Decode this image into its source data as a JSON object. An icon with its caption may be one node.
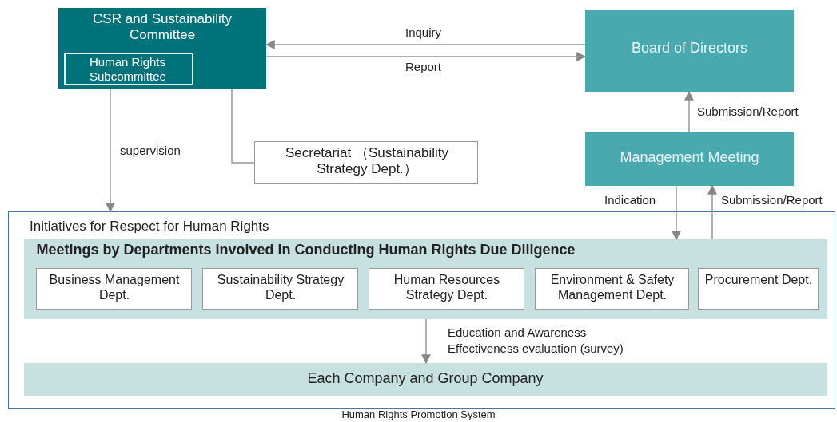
{
  "diagram": {
    "caption": "Human Rights Promotion System",
    "nodes": [
      {
        "text": [
          "CSR and Sustainability Committee"
        ]
      },
      {
        "text": [
          "Human Rights Subcommittee"
        ],
        "in": 0
      },
      {
        "text": [
          "Board of Directors"
        ]
      },
      {
        "text": [
          "Management Meeting"
        ]
      },
      {
        "text": [
          "Secretariat （Sustainability Strategy Dept.）"
        ]
      },
      {
        "text": [
          "Initiatives for Respect for Human Rights"
        ]
      },
      {
        "text": [
          "Meetings by Departments Involved in Conducting Human Rights Due Diligence"
        ],
        "in": 5
      },
      {
        "text": [
          "Business Management Dept."
        ],
        "in": 6
      },
      {
        "text": [
          "Sustainability Strategy Dept."
        ],
        "in": 6
      },
      {
        "text": [
          "Human Resources Strategy Dept."
        ],
        "in": 6
      },
      {
        "text": [
          "Environment & Safety Management Dept."
        ],
        "in": 6
      },
      {
        "text": [
          "Procurement Dept."
        ],
        "in": 6
      },
      {
        "text": [
          "Each Company and Group Company"
        ],
        "in": 5
      }
    ],
    "edges": [
      {
        "from": 2,
        "to": 0,
        "arrow": "to",
        "label": "Inquiry"
      },
      {
        "from": 0,
        "to": 2,
        "arrow": "to",
        "label": "Report"
      },
      {
        "from": 3,
        "to": 2,
        "arrow": "to",
        "label": "Submission/Report"
      },
      {
        "from": 3,
        "to": 6,
        "arrow": "to",
        "label": "Indication"
      },
      {
        "from": 6,
        "to": 3,
        "arrow": "to",
        "label": "Submission/Report"
      },
      {
        "from": 0,
        "to": 5,
        "arrow": "to",
        "label": "supervision"
      },
      {
        "from": 0,
        "to": 4,
        "arrow": "none"
      },
      {
        "from": 6,
        "to": 12,
        "arrow": "to",
        "label": "Education and Awareness Effectiveness evaluation (survey)"
      }
    ]
  }
}
